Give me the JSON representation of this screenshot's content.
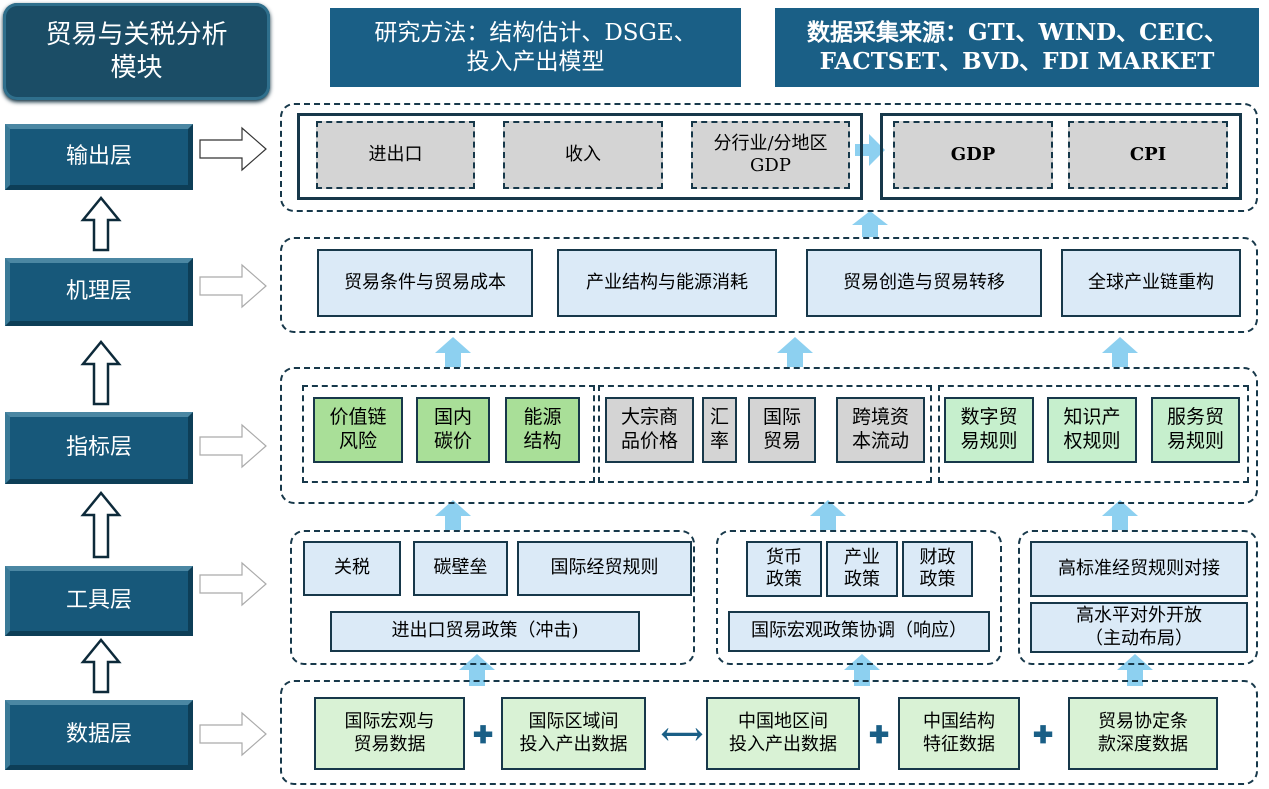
{
  "title": "贸易与关税分析\n模块",
  "methods": "研究方法：结构估计、DSGE、\n投入产出模型",
  "sources": "数据采集来源：GTI、WIND、CEIC、\nFACTSET、BVD、FDI MARKET",
  "layers": [
    "输出层",
    "机理层",
    "指标层",
    "工具层",
    "数据层"
  ],
  "output": {
    "left": [
      "进出口",
      "收入",
      "分行业/分地区\nGDP"
    ],
    "right": [
      "GDP",
      "CPI"
    ]
  },
  "mechanism": [
    "贸易条件与贸易成本",
    "产业结构与能源消耗",
    "贸易创造与贸易转移",
    "全球产业链重构"
  ],
  "indicators": {
    "g1": [
      "价值链\n风险",
      "国内\n碳价",
      "能源\n结构"
    ],
    "g2": [
      "大宗商\n品价格",
      "汇\n率",
      "国际\n贸易",
      "跨境资\n本流动"
    ],
    "g3": [
      "数字贸\n易规则",
      "知识产\n权规则",
      "服务贸\n易规则"
    ]
  },
  "tools": {
    "g1": [
      "关税",
      "碳壁垒",
      "国际经贸规则"
    ],
    "g1_base": "进出口贸易政策（冲击)",
    "g2": [
      "货币\n政策",
      "产业\n政策",
      "财政\n政策"
    ],
    "g2_base": "国际宏观政策协调（响应）",
    "g3": [
      "高标准经贸规则对接",
      "高水平对外开放\n（主动布局）"
    ]
  },
  "data": [
    "国际宏观与\n贸易数据",
    "国际区域间\n投入产出数据",
    "中国地区间\n投入产出数据",
    "中国结构\n特征数据",
    "贸易协定条\n款深度数据"
  ],
  "symbols": [
    "✚",
    "⟷",
    "✚",
    "✚"
  ]
}
